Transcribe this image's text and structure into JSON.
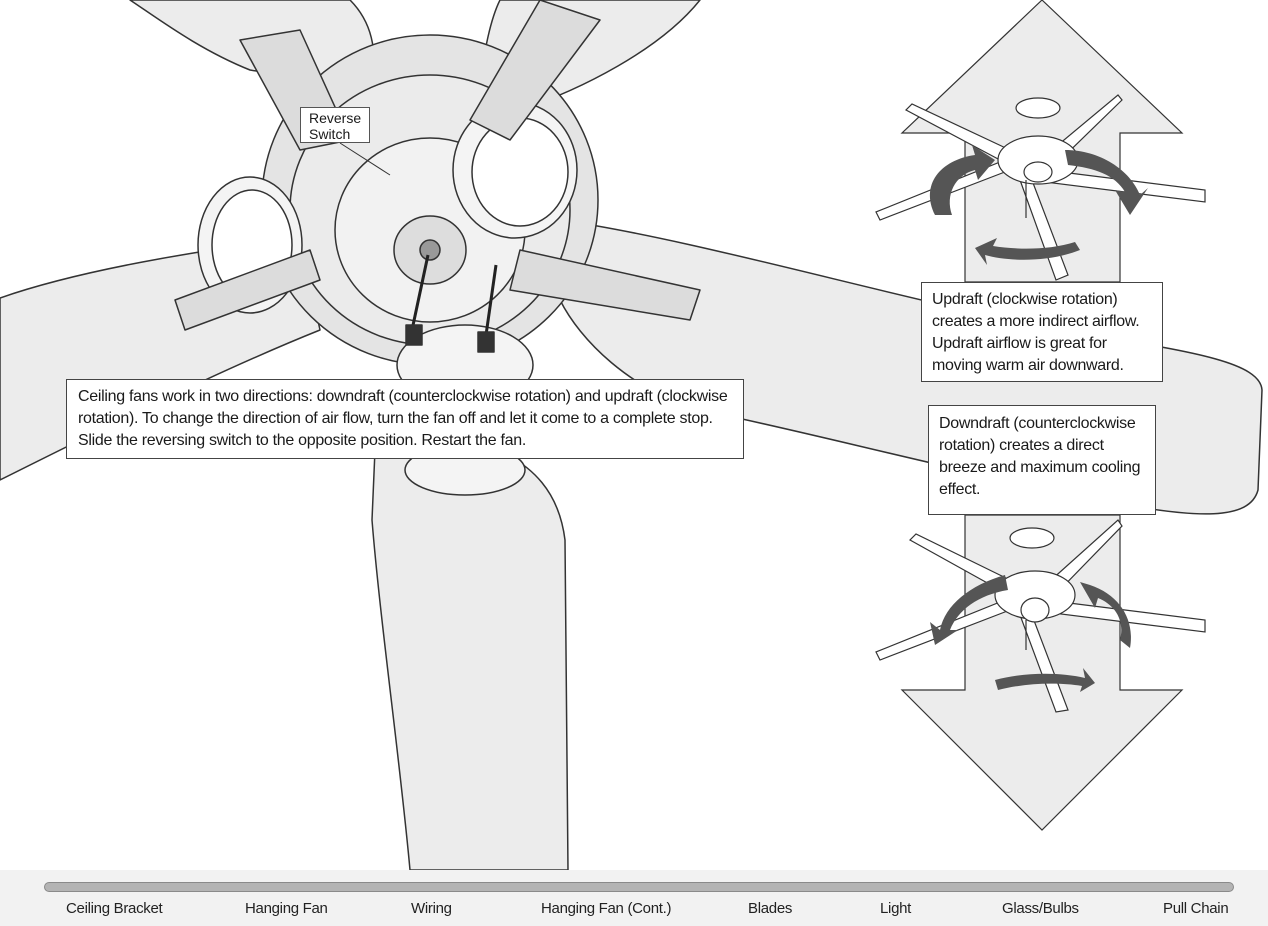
{
  "reverse_switch_label": "Reverse\nSwitch",
  "main_note": "Ceiling fans work in two directions: downdraft (counterclockwise rotation) and updraft (clockwise\nrotation). To change the direction of air flow, turn the fan off and let it come to a complete stop.\nSlide the reversing switch to the opposite position. Restart the fan.",
  "updraft_note": "Updraft (clockwise rotation)\ncreates a more indirect airflow.\nUpdraft airflow is great for\nmoving warm air downward.",
  "downdraft_note": "Downdraft (counterclockwise\nrotation) creates a direct\nbreeze and maximum cooling\neffect.",
  "nav": {
    "items": [
      "Ceiling Bracket",
      "Hanging Fan",
      "Wiring",
      "Hanging Fan (Cont.)",
      "Blades",
      "Light",
      "Glass/Bulbs",
      "Pull Chain"
    ]
  }
}
